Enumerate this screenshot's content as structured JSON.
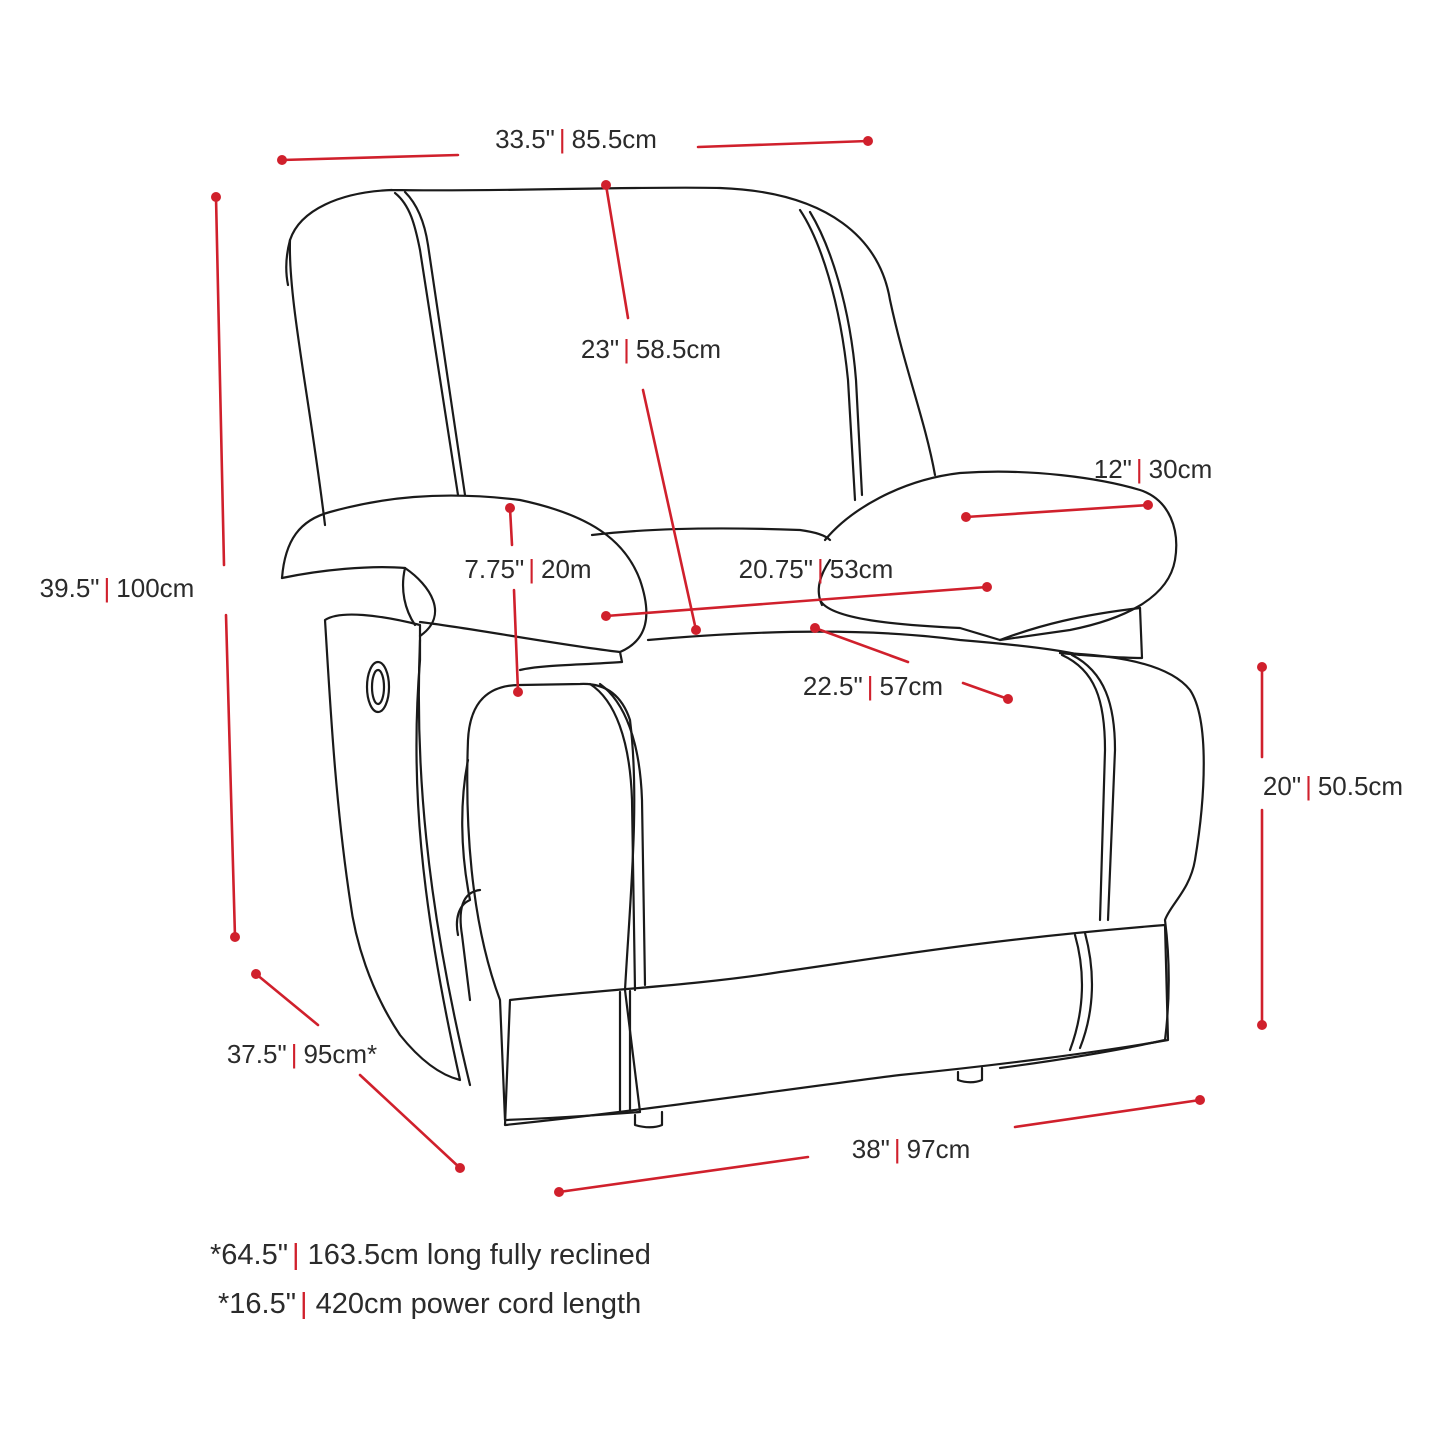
{
  "dimensions": {
    "overall_top_width": {
      "imperial": "33.5\"",
      "metric": "85.5cm"
    },
    "back_height": {
      "imperial": "23\"",
      "metric": "58.5cm"
    },
    "overall_height": {
      "imperial": "39.5\"",
      "metric": "100cm"
    },
    "arm_width": {
      "imperial": "12\"",
      "metric": "30cm"
    },
    "arm_height": {
      "imperial": "7.75\"",
      "metric": "20m"
    },
    "seat_width": {
      "imperial": "20.75\"",
      "metric": "53cm"
    },
    "seat_depth": {
      "imperial": "22.5\"",
      "metric": "57cm"
    },
    "seat_height": {
      "imperial": "20\"",
      "metric": "50.5cm"
    },
    "overall_depth": {
      "imperial": "37.5\"",
      "metric": "95cm*"
    },
    "overall_bottom_width": {
      "imperial": "38\"",
      "metric": "97cm"
    }
  },
  "notes": {
    "reclined": {
      "imperial": "*64.5\"",
      "text": "163.5cm long fully reclined"
    },
    "cord": {
      "imperial": "*16.5\"",
      "text": "420cm power cord length"
    }
  },
  "colors": {
    "dimension_line": "#d0202c",
    "outline": "#1a1a1a",
    "text": "#2b2b2b"
  }
}
